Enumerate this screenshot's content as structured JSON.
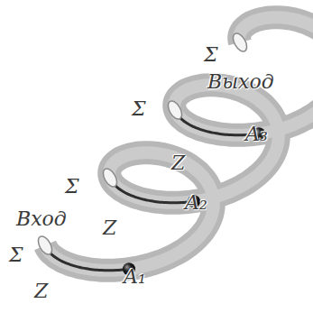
{
  "diagram": {
    "labels": [
      "Σ",
      "Выход",
      "Σ",
      "A₃",
      "Z",
      "Σ",
      "A₂",
      "Вход",
      "Z",
      "Σ",
      "A₁",
      "Z"
    ]
  }
}
